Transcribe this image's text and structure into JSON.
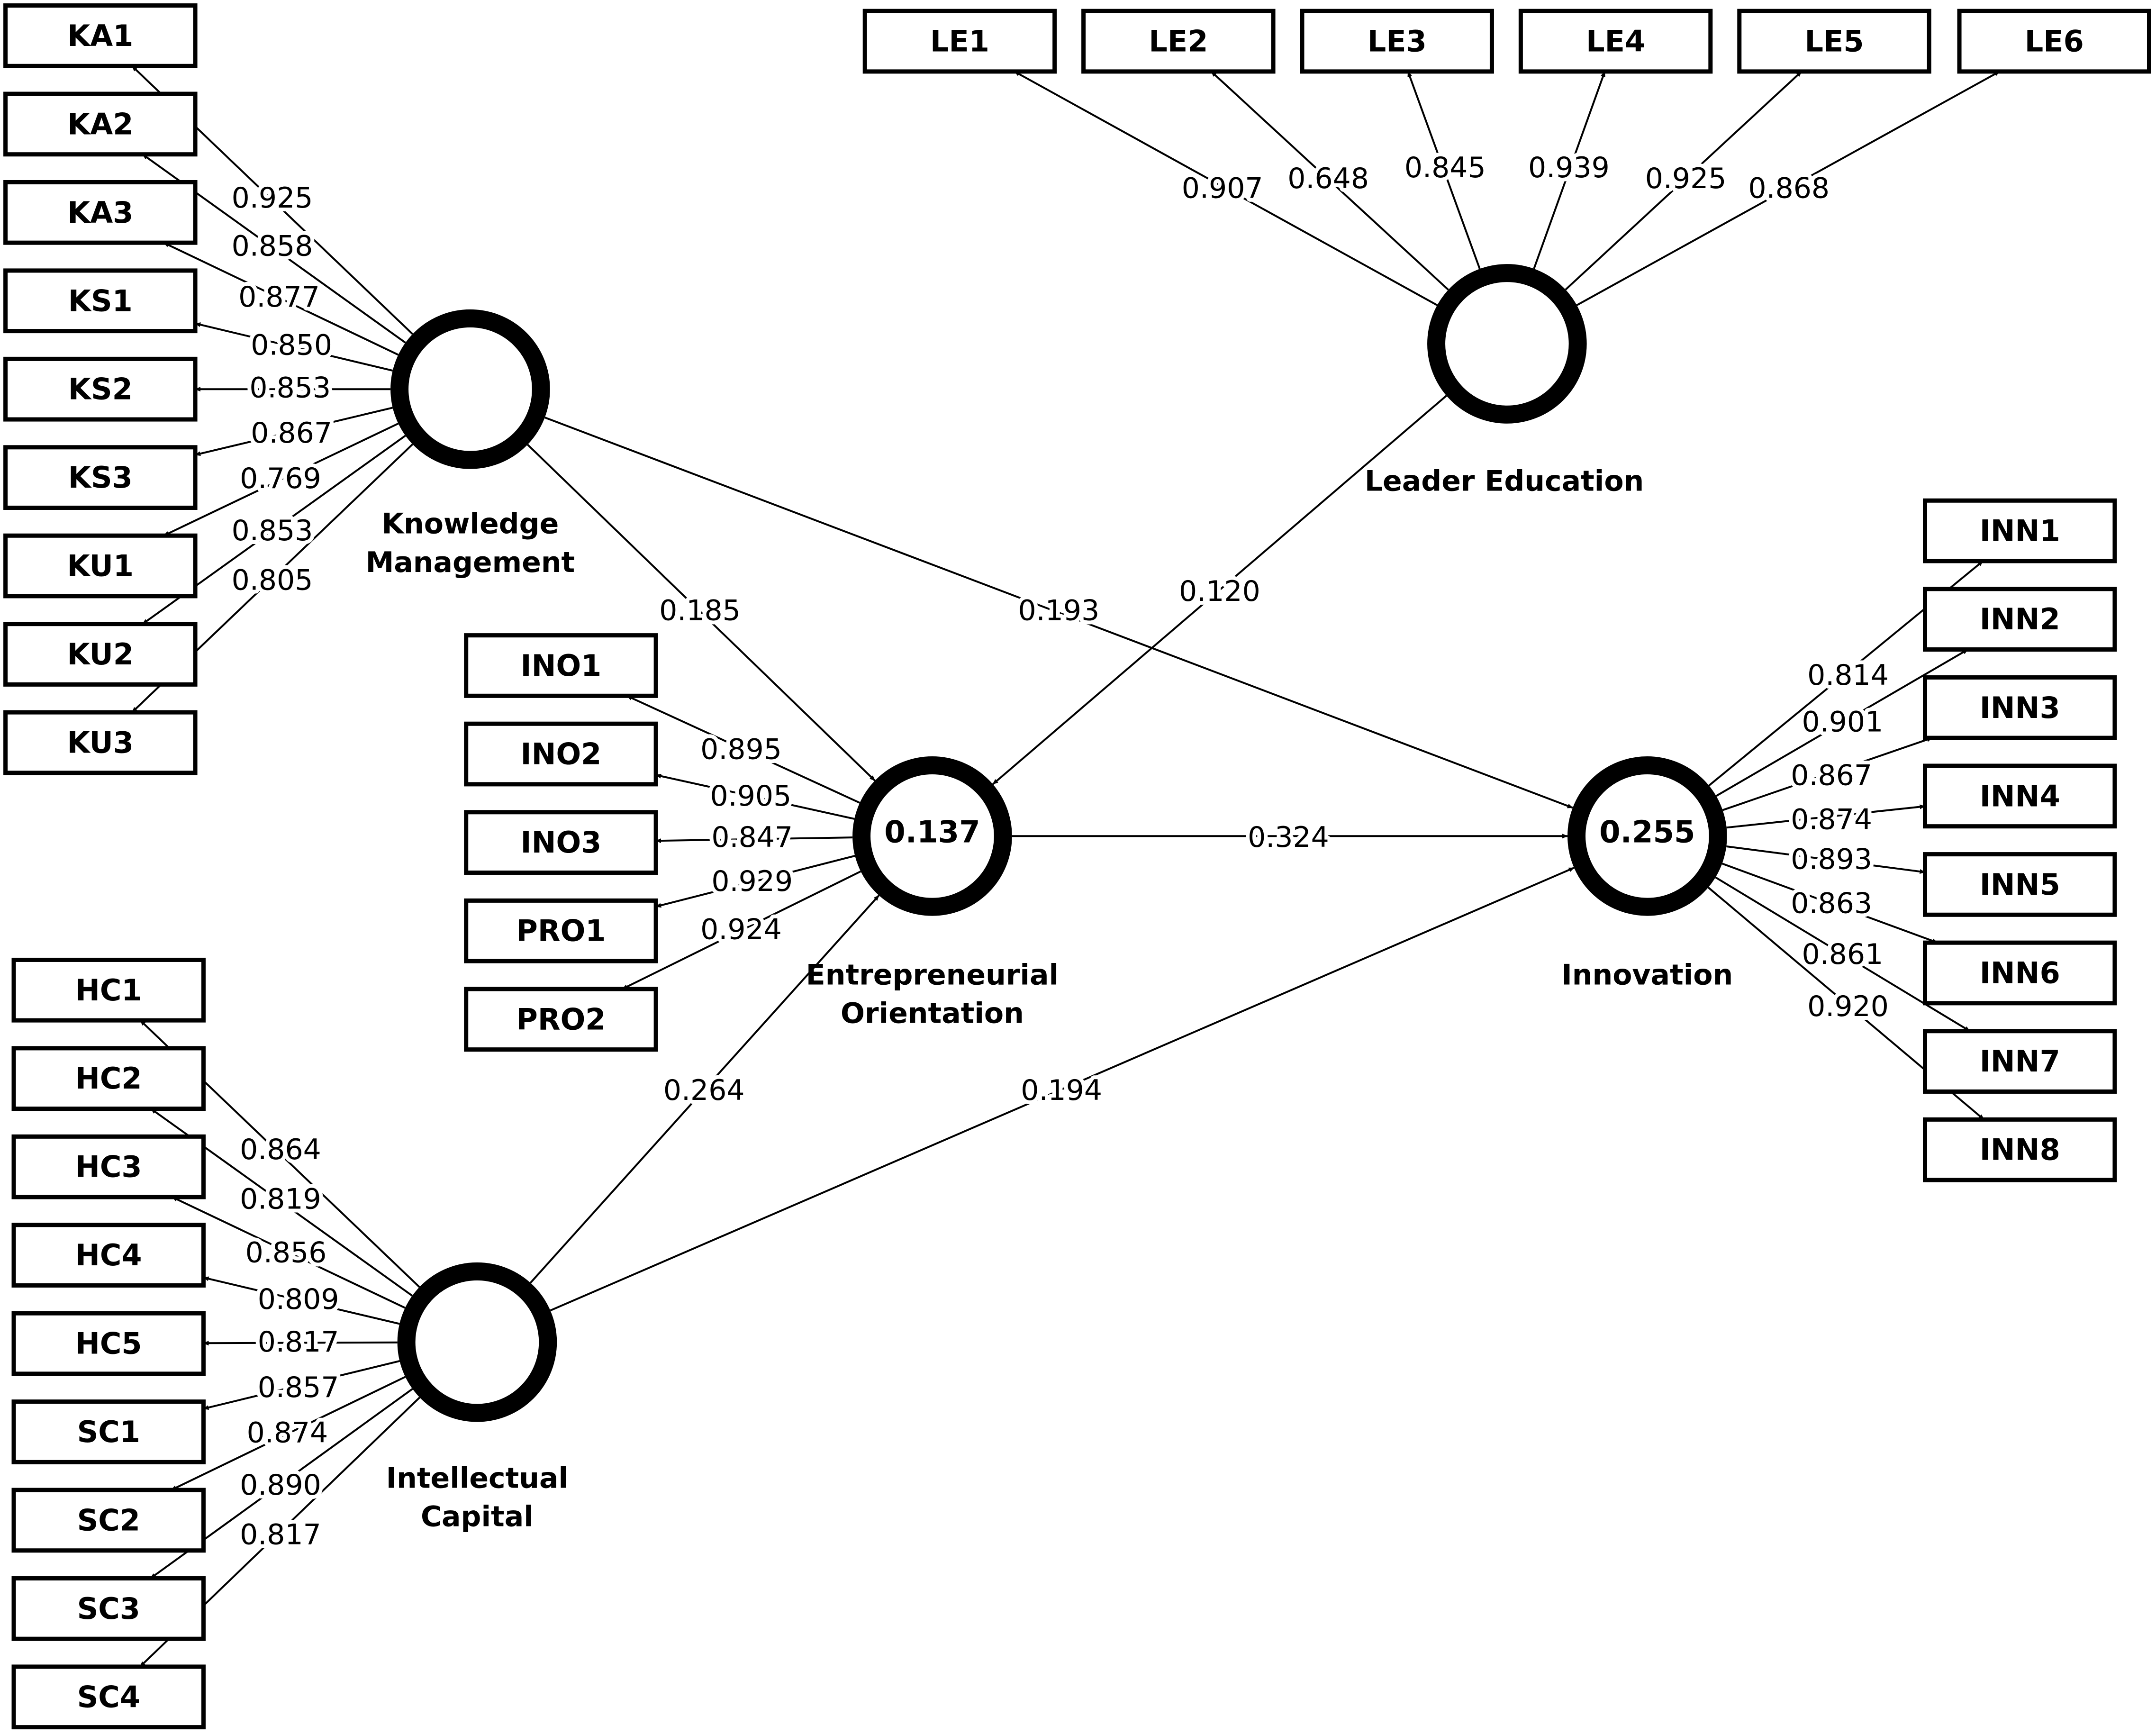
{
  "constructs": [
    {
      "id": "KM",
      "name_lines": [
        "Knowledge",
        "Management"
      ],
      "r2": ""
    },
    {
      "id": "IC",
      "name_lines": [
        "Intellectual",
        "Capital"
      ],
      "r2": ""
    },
    {
      "id": "LED",
      "name_lines": [
        "Leader Education"
      ],
      "r2": ""
    },
    {
      "id": "EO",
      "name_lines": [
        "Entrepreneurial",
        "Orientation"
      ],
      "r2": "0.137"
    },
    {
      "id": "INV",
      "name_lines": [
        "Innovation"
      ],
      "r2": "0.255"
    }
  ],
  "indicators": {
    "KM": [
      {
        "label": "KA1",
        "loading": "0.925"
      },
      {
        "label": "KA2",
        "loading": "0.858"
      },
      {
        "label": "KA3",
        "loading": "0.877"
      },
      {
        "label": "KS1",
        "loading": "0.850"
      },
      {
        "label": "KS2",
        "loading": "0.853"
      },
      {
        "label": "KS3",
        "loading": "0.867"
      },
      {
        "label": "KU1",
        "loading": "0.769"
      },
      {
        "label": "KU2",
        "loading": "0.853"
      },
      {
        "label": "KU3",
        "loading": "0.805"
      }
    ],
    "IC": [
      {
        "label": "HC1",
        "loading": "0.864"
      },
      {
        "label": "HC2",
        "loading": "0.819"
      },
      {
        "label": "HC3",
        "loading": "0.856"
      },
      {
        "label": "HC4",
        "loading": "0.809"
      },
      {
        "label": "HC5",
        "loading": "0.817"
      },
      {
        "label": "SC1",
        "loading": "0.857"
      },
      {
        "label": "SC2",
        "loading": "0.874"
      },
      {
        "label": "SC3",
        "loading": "0.890"
      },
      {
        "label": "SC4",
        "loading": "0.817"
      }
    ],
    "LED": [
      {
        "label": "LE1",
        "loading": "0.907"
      },
      {
        "label": "LE2",
        "loading": "0.648"
      },
      {
        "label": "LE3",
        "loading": "0.845"
      },
      {
        "label": "LE4",
        "loading": "0.939"
      },
      {
        "label": "LE5",
        "loading": "0.925"
      },
      {
        "label": "LE6",
        "loading": "0.868"
      }
    ],
    "EO": [
      {
        "label": "INO1",
        "loading": "0.895"
      },
      {
        "label": "INO2",
        "loading": "0.905"
      },
      {
        "label": "INO3",
        "loading": "0.847"
      },
      {
        "label": "PRO1",
        "loading": "0.929"
      },
      {
        "label": "PRO2",
        "loading": "0.924"
      }
    ],
    "INV": [
      {
        "label": "INN1",
        "loading": "0.814"
      },
      {
        "label": "INN2",
        "loading": "0.901"
      },
      {
        "label": "INN3",
        "loading": "0.867"
      },
      {
        "label": "INN4",
        "loading": "0.874"
      },
      {
        "label": "INN5",
        "loading": "0.893"
      },
      {
        "label": "INN6",
        "loading": "0.863"
      },
      {
        "label": "INN7",
        "loading": "0.861"
      },
      {
        "label": "INN8",
        "loading": "0.920"
      }
    ]
  },
  "paths": [
    {
      "from": "KM",
      "to": "EO",
      "coefficient": "0.185"
    },
    {
      "from": "KM",
      "to": "INV",
      "coefficient": "0.193"
    },
    {
      "from": "LED",
      "to": "EO",
      "coefficient": "0.120"
    },
    {
      "from": "EO",
      "to": "INV",
      "coefficient": "0.324"
    },
    {
      "from": "IC",
      "to": "EO",
      "coefficient": "0.264"
    },
    {
      "from": "IC",
      "to": "INV",
      "coefficient": "0.194"
    }
  ]
}
